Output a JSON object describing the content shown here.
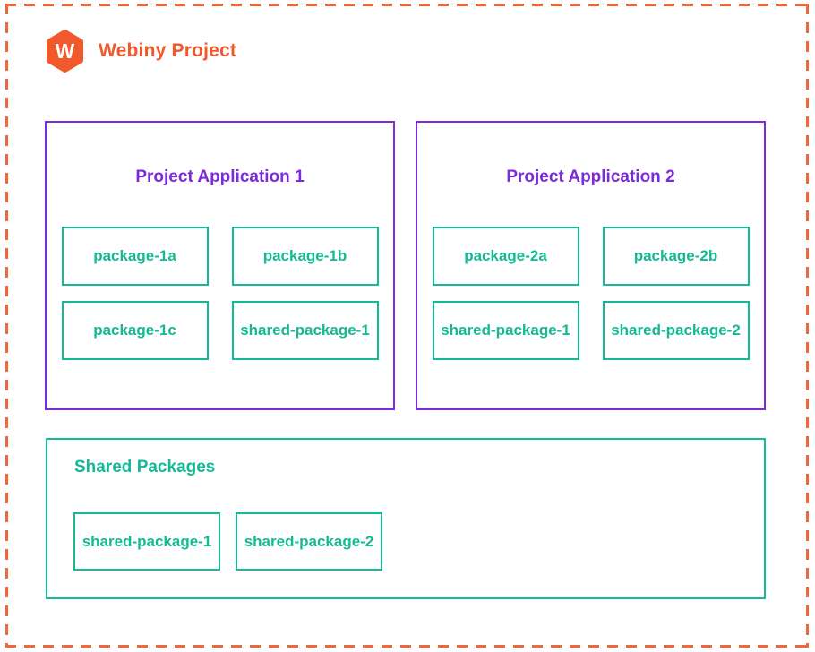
{
  "header": {
    "logo_letter": "W",
    "title": "Webiny Project"
  },
  "colors": {
    "orange": "#F0592B",
    "purple": "#7B2BD9",
    "teal": "#14B996"
  },
  "applications": [
    {
      "title": "Project Application 1",
      "packages": [
        "package-1a",
        "package-1b",
        "package-1c",
        "shared-package-1"
      ]
    },
    {
      "title": "Project Application 2",
      "packages": [
        "package-2a",
        "package-2b",
        "shared-package-1",
        "shared-package-2"
      ]
    }
  ],
  "shared": {
    "title": "Shared Packages",
    "packages": [
      "shared-package-1",
      "shared-package-2"
    ]
  }
}
